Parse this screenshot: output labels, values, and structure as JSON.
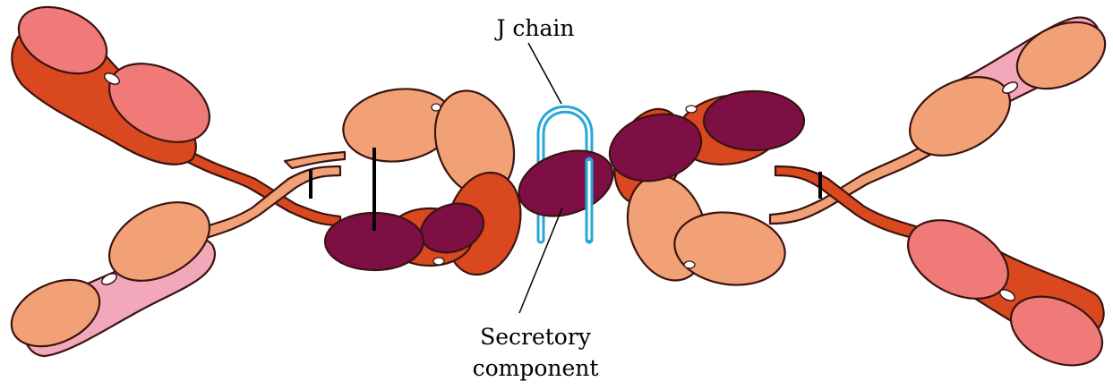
{
  "labels": {
    "j_chain": "J chain",
    "secretory_line1": "Secretory",
    "secretory_line2": "component"
  },
  "colors": {
    "heavy_chain_red": "#D9481F",
    "fab_salmon": "#EF7A78",
    "fab_orange": "#F2A177",
    "light_chain_pink": "#F3A7BA",
    "secretory_component": "#7D0F45",
    "j_chain": "#27A7D8",
    "outline": "#3a1410"
  }
}
